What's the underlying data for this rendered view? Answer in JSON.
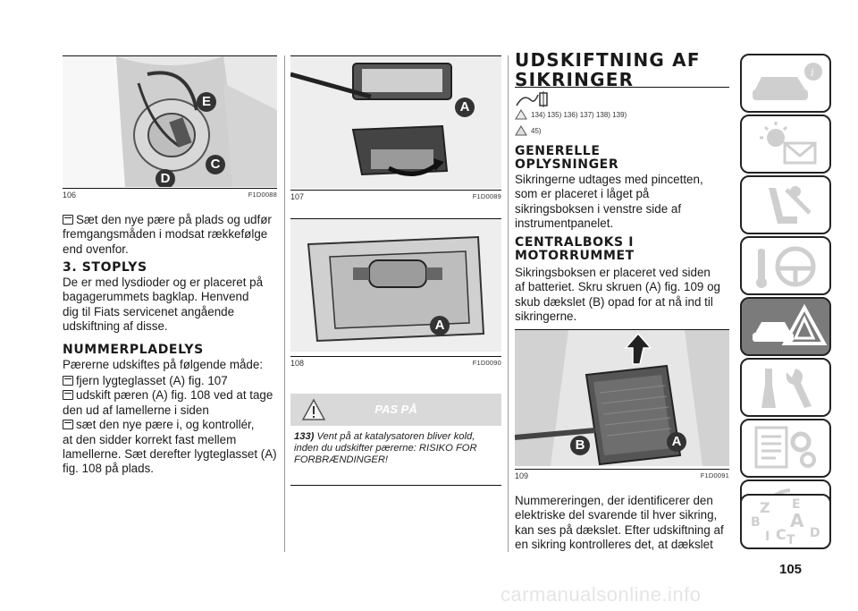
{
  "col1": {
    "fig_num": "106",
    "fig_code": "F1D0088",
    "fig_labels": [
      "E",
      "C",
      "D"
    ],
    "para1_lines": [
      "Sæt den nye pære på plads og udfør",
      "fremgangsmåden i modsat rækkefølge",
      "end ovenfor."
    ],
    "head1": "3. STOPLYS",
    "para2_lines": [
      "De er med lysdioder og er placeret på",
      "bagagerummets bagklap. Henvend",
      "dig til Fiats servicenet angående",
      "udskiftning af disse."
    ],
    "head2": "NUMMERPLADELYS",
    "para3": "Pærerne udskiftes på følgende måde:",
    "bullets": [
      {
        "lines": [
          "fjern lygteglasset (A) fig. 107"
        ]
      },
      {
        "lines": [
          "udskift pæren (A) fig. 108 ved at tage",
          "den ud af lamellerne i siden"
        ]
      },
      {
        "lines": [
          "sæt den nye pære i, og kontrollér,",
          "at den sidder korrekt fast mellem",
          "lamellerne. Sæt derefter lygteglasset (A)",
          "fig. 108 på plads."
        ]
      }
    ]
  },
  "col2": {
    "fig1_num": "107",
    "fig1_code": "F1D0089",
    "fig1_label": "A",
    "fig2_num": "108",
    "fig2_code": "F1D0090",
    "fig2_label": "A",
    "warn_title": "PAS PÅ",
    "warn_num": "133)",
    "warn_lines": [
      "Vent på at katalysatoren bliver kold,",
      "inden du udskifter pærerne: RISIKO FOR",
      "FORBRÆNDINGER!"
    ]
  },
  "col3": {
    "title_lines": [
      "UDSKIFTNING AF",
      "SIKRINGER"
    ],
    "refs1": "134)  135)  136)  137)  138)  139)",
    "refs2": "45)",
    "head1_lines": [
      "GENERELLE",
      "OPLYSNINGER"
    ],
    "para1_lines": [
      "Sikringerne udtages med pincetten,",
      "som er placeret i låget på",
      "sikringsboksen i venstre side af",
      "instrumentpanelet."
    ],
    "head2_lines": [
      "CENTRALBOKS I",
      "MOTORRUMMET"
    ],
    "para2_lines": [
      "Sikringsboksen er placeret ved siden",
      "af batteriet. Skru skruen (A) fig. 109 og",
      "skub dækslet (B) opad for at nå ind til",
      "sikringerne."
    ],
    "fig_num": "109",
    "fig_code": "F1D0091",
    "fig_labels": [
      "B",
      "A"
    ],
    "para3_lines": [
      "Nummereringen, der identificerer den",
      "elektriske del svarende til hver sikring,",
      "kan ses på dækslet. Efter udskiftning af",
      "en sikring kontrolleres det, at dækslet"
    ]
  },
  "sidebar": {
    "tabs": [
      "car-info-icon",
      "warning-lights-icon",
      "airbag-seat-icon",
      "steering-wheel-key-icon",
      "emergency-hazard-icon",
      "maintenance-tools-icon",
      "technical-data-icon",
      "multimedia-icon",
      "index-letters-icon"
    ],
    "index_letters": [
      "Z",
      "E",
      "B",
      "A",
      "I",
      "C",
      "T",
      "D"
    ]
  },
  "page_number": "105",
  "watermark": "carmanualsonline.info"
}
